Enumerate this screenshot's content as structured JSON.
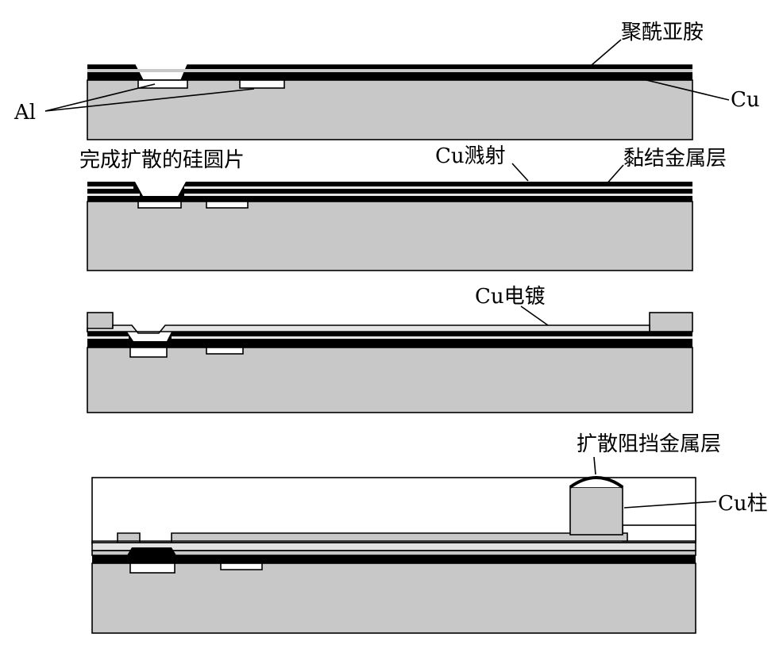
{
  "colors": {
    "substrate": "#c8c8c8",
    "metal_dark": "#000000",
    "layer_light": "#e4e4e4",
    "pad": "#ffffff",
    "outline": "#000000",
    "background": "#ffffff"
  },
  "labels": {
    "polyimide": "聚酰亚胺",
    "al": "Al",
    "cu": "Cu",
    "diffused_wafer": "完成扩散的硅圆片",
    "cu_sputter": "Cu溅射",
    "adhesion_metal": "黏结金属层",
    "cu_plating": "Cu电镀",
    "diffusion_barrier": "扩散阻挡金属层",
    "cu_pillar": "Cu柱"
  }
}
